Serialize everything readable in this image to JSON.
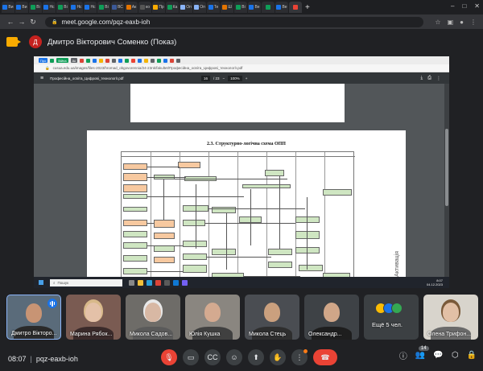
{
  "browser": {
    "tabs": [
      {
        "label": "Ви",
        "color": "#1a73e8"
      },
      {
        "label": "Ви",
        "color": "#1a73e8"
      },
      {
        "label": "Ві",
        "color": "#0f9d58"
      },
      {
        "label": "Нс",
        "color": "#1a73e8"
      },
      {
        "label": "Ві",
        "color": "#0f9d58"
      },
      {
        "label": "Нс",
        "color": "#1a73e8"
      },
      {
        "label": "Нс",
        "color": "#1a73e8"
      },
      {
        "label": "Ві",
        "color": "#0f9d58"
      },
      {
        "label": "ВС",
        "color": "#3b5998"
      },
      {
        "label": "Ак",
        "color": "#e37400"
      },
      {
        "label": "ко",
        "color": "#555555"
      },
      {
        "label": "Пр",
        "color": "#f9ab00"
      },
      {
        "label": "Ка",
        "color": "#0f9d58"
      },
      {
        "label": "Оп",
        "color": "#8ab4f8"
      },
      {
        "label": "Оп",
        "color": "#8ab4f8"
      },
      {
        "label": "Те",
        "color": "#1a73e8"
      },
      {
        "label": "Ш",
        "color": "#e37400"
      },
      {
        "label": "Ві",
        "color": "#0f9d58"
      },
      {
        "label": "Ве",
        "color": "#1a73e8"
      },
      {
        "label": "",
        "color": "#0f9d58"
      },
      {
        "label": "Ве",
        "color": "#1a73e8"
      },
      {
        "label": "",
        "color": "#ea4335",
        "active": true
      }
    ],
    "url": "meet.google.com/pqz-eaxb-ioh"
  },
  "presenter": {
    "initial": "Д",
    "name": "Дмитро Вікторович Соменко (Показ)"
  },
  "shared_screen": {
    "bookmarks": [
      {
        "label": "Про",
        "color": "#1a73e8"
      },
      {
        "label": "",
        "color": "#0f9d58"
      },
      {
        "label": "Війна",
        "color": "#0f9d58"
      },
      {
        "label": "Ак",
        "color": "#5f6368"
      }
    ],
    "url": "cusua.edu.ua/images/files-2023/hromad_obgovorennia/24-23nk/fakultet/Професійна_освіта_Цифрові_технології.pdf",
    "pdf": {
      "filename": "Професійна_освіта_Цифрові_технології.pdf",
      "page": "16",
      "page_total": "/ 23",
      "zoom": "100%",
      "section_title": "2.3. Структурно-логічна схема ОПП",
      "side_text": "Активація"
    },
    "taskbar": {
      "search_placeholder": "Пошук",
      "time": "8:07",
      "date": "04.12.2023"
    }
  },
  "participants": [
    {
      "name": "Дмитро Вікторо...",
      "speaking": true,
      "selected": true,
      "bg": "#5a6b7a",
      "skin": "#c89474",
      "shirt": "#2a2a2a"
    },
    {
      "name": "Марина Рябок...",
      "bg": "#7a5b52",
      "skin": "#e4c1a8",
      "shirt": "#3a2a2a",
      "hair": "#d8b98a"
    },
    {
      "name": "Микола Садов...",
      "bg": "#6e6c68",
      "skin": "#d8b8a4",
      "shirt": "#5a5a5a",
      "hair": "#e8e8e8"
    },
    {
      "name": "Юлія Кушка",
      "bg": "#8a8680",
      "skin": "#d4aa90",
      "shirt": "#404040"
    },
    {
      "name": "Микола Стець",
      "bg": "#4a4d52",
      "skin": "#caa07e",
      "shirt": "#2e2e2e"
    },
    {
      "name": "Олександр...",
      "bg": "#3e4246",
      "skin": "#d0a688",
      "shirt": "#1e1e1e"
    },
    {
      "name": "Ещё 5 чел.",
      "more": true
    },
    {
      "name": "Олена Трифон...",
      "bg": "#d8d4cc",
      "skin": "#e2c0a6",
      "shirt": "#6a6a6a",
      "hair": "#7a5a3a"
    }
  ],
  "meeting": {
    "time": "08:07",
    "code": "pqz-eaxb-ioh",
    "people_count": "14"
  }
}
